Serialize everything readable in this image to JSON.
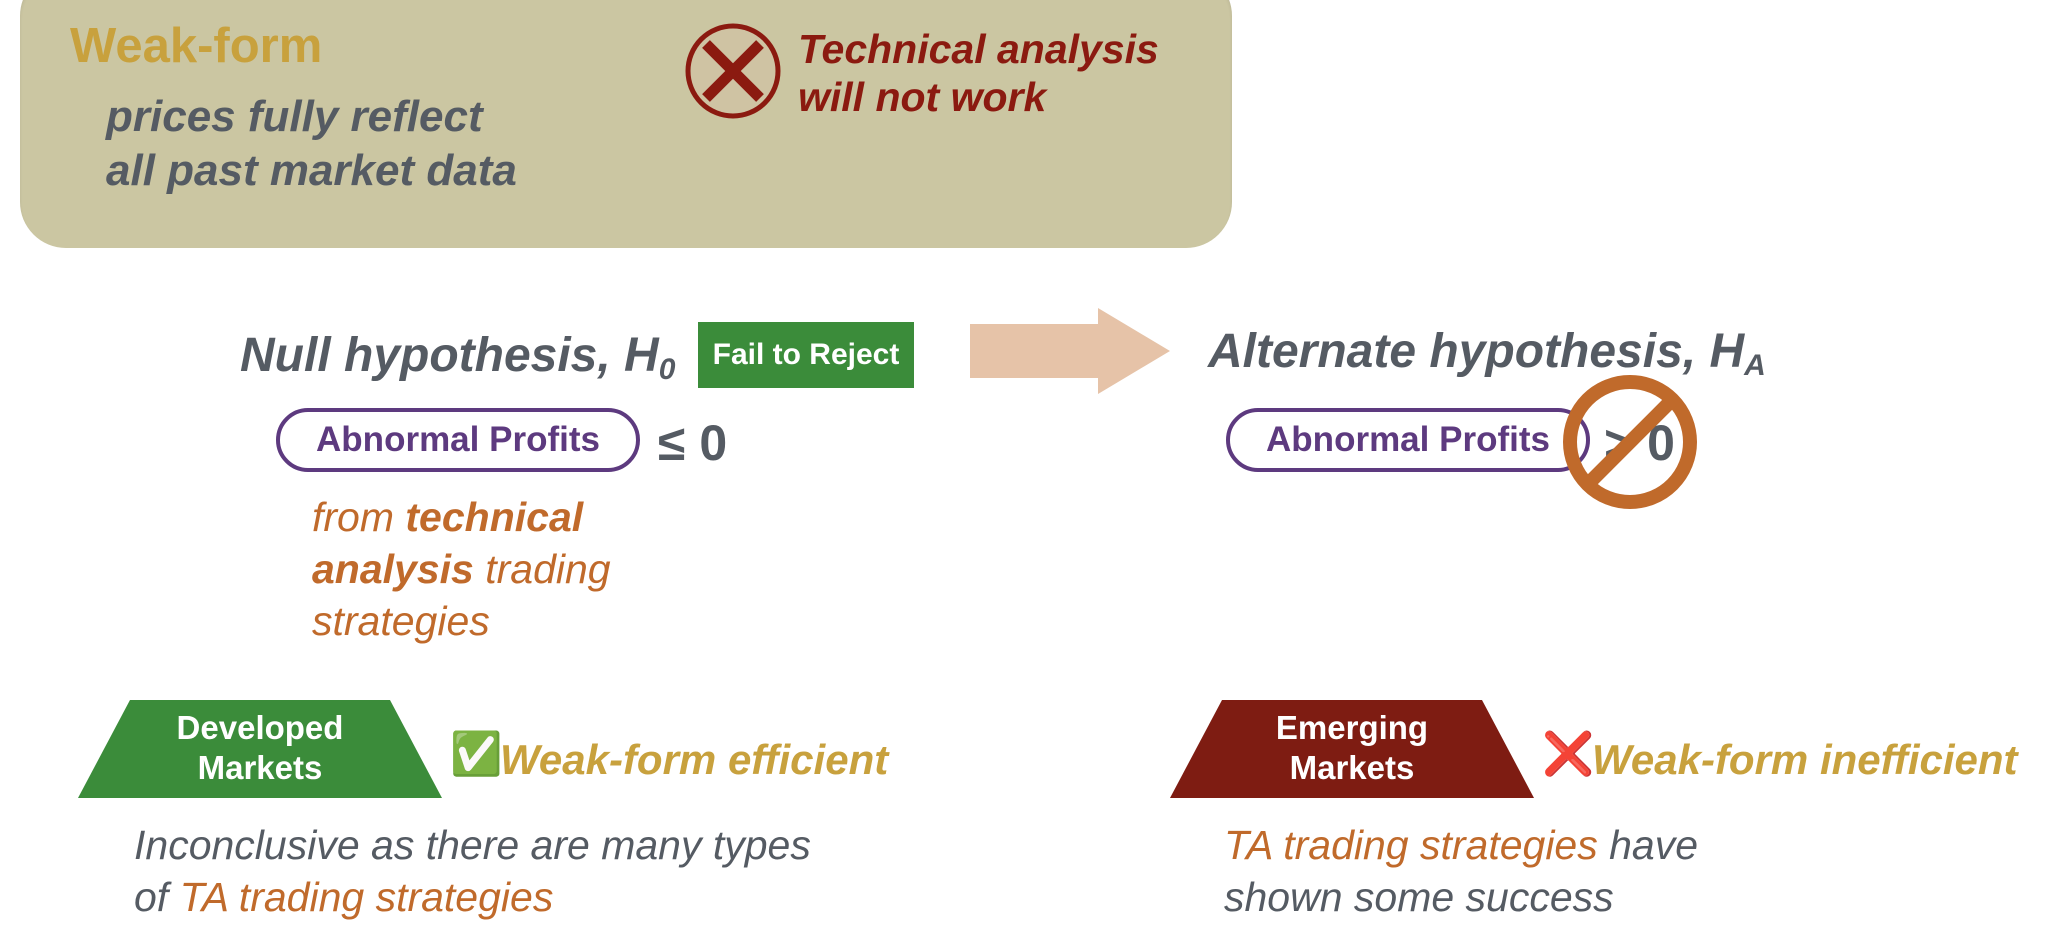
{
  "weak_form": {
    "title": "Weak-form",
    "definition_line1": "prices fully reflect",
    "definition_line2": "all past market data",
    "ta_line1": "Technical analysis",
    "ta_line2": "will not work"
  },
  "null_hypothesis": {
    "title": "Null hypothesis, H",
    "subscript": "0",
    "badge": "Fail to Reject",
    "pill": "Abnormal Profits",
    "relation": "≤ 0",
    "from_prefix": "from ",
    "from_bold": "technical",
    "line2_bold": "analysis",
    "line2_rest": " trading",
    "line3": "strategies"
  },
  "alternate_hypothesis": {
    "title": "Alternate hypothesis, H",
    "subscript": "A",
    "pill": "Abnormal Profits",
    "relation": "> 0"
  },
  "developed": {
    "label_line1": "Developed",
    "label_line2": "Markets",
    "check": "✅",
    "verdict": "Weak-form efficient",
    "note_line1": "Inconclusive as there are many types",
    "note_line2_prefix": "of ",
    "note_line2_hl": "TA trading strategies"
  },
  "emerging": {
    "label_line1": "Emerging",
    "label_line2": "Markets",
    "cross": "❌",
    "verdict": "Weak-form inefficient",
    "note_line1_hl": "TA trading strategies",
    "note_line1_rest": " have",
    "note_line2": "shown some success"
  },
  "colors": {
    "box_bg": "#cbc6a2",
    "gold": "#c8a13d",
    "dark_red": "#8b1a10",
    "green": "#3b8c3a",
    "purple": "#5d3a7f",
    "orange": "#c06a2b",
    "arrow": "#e6c3a8",
    "grey_text": "#555b63"
  },
  "icons": {
    "x_circle": "x-circle-icon",
    "arrow": "right-arrow-icon",
    "no_sign": "prohibition-icon",
    "check": "check-icon",
    "cross": "cross-icon"
  }
}
